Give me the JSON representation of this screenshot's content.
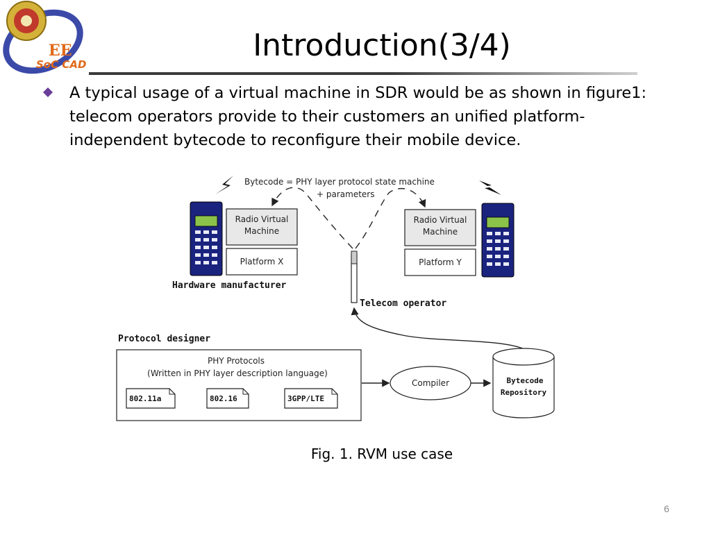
{
  "slide": {
    "title": "Introduction(3/4)",
    "bullet_text": "A typical usage of a virtual machine in SDR would be as shown in figure1: telecom operators provide to their customers an unified platform-independent bytecode to reconfigure their mobile device.",
    "caption": "Fig. 1. RVM use case",
    "page_number": "6"
  },
  "logo": {
    "text_line1": "EE",
    "text_line2": "SoC CAD",
    "colors": {
      "ring": "#3b4aa8",
      "seal": "#d4b23a",
      "accent": "#e06a1a"
    }
  },
  "diagram": {
    "bytecode_line1": "Bytecode = PHY layer protocol state machine",
    "bytecode_line2": "+ parameters",
    "rvm_left_line1": "Radio Virtual",
    "rvm_left_line2": "Machine",
    "platform_left": "Platform X",
    "rvm_right_line1": "Radio Virtual",
    "rvm_right_line2": "Machine",
    "platform_right": "Platform Y",
    "hardware_label": "Hardware manufacturer",
    "telecom_label": "Telecom operator",
    "protocol_designer_label": "Protocol designer",
    "phy_line1": "PHY Protocols",
    "phy_line2": "(Written in PHY layer description language)",
    "files": [
      "802.11a",
      "802.16",
      "3GPP/LTE"
    ],
    "compiler": "Compiler",
    "repo_line1": "Bytecode",
    "repo_line2": "Repository",
    "colors": {
      "phone_body": "#1a237e",
      "phone_screen": "#8bc34a",
      "box_fill": "#e8e8e8"
    }
  }
}
